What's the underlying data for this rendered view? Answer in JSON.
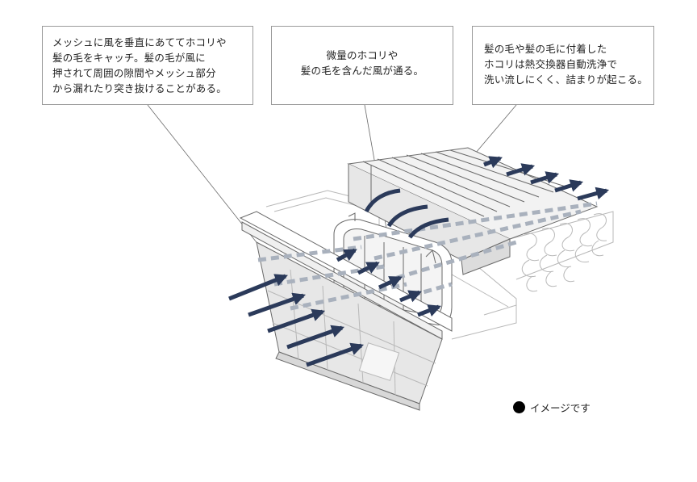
{
  "callouts": [
    {
      "text": "メッシュに風を垂直にあててホコリや\n髪の毛をキャッチ。髪の毛が風に\n押されて周囲の隙間やメッシュ部分\nから漏れたり突き抜けることがある。"
    },
    {
      "text": "微量のホコリや\n髪の毛を含んだ風が通る。"
    },
    {
      "text": "髪の毛や髪の毛に付着した\nホコリは熱交換器自動洗浄で\n洗い流しにくく、詰まりが起こる。"
    }
  ],
  "legend": {
    "label": "イメージです"
  },
  "colors": {
    "arrow": "#2b3a5a",
    "dash": "#a9b1bd",
    "line": "#6a6a6a",
    "light_line": "#b8b8b8",
    "filter_fill": "#e7e7e7",
    "heat_fill": "#f2f2f2"
  }
}
